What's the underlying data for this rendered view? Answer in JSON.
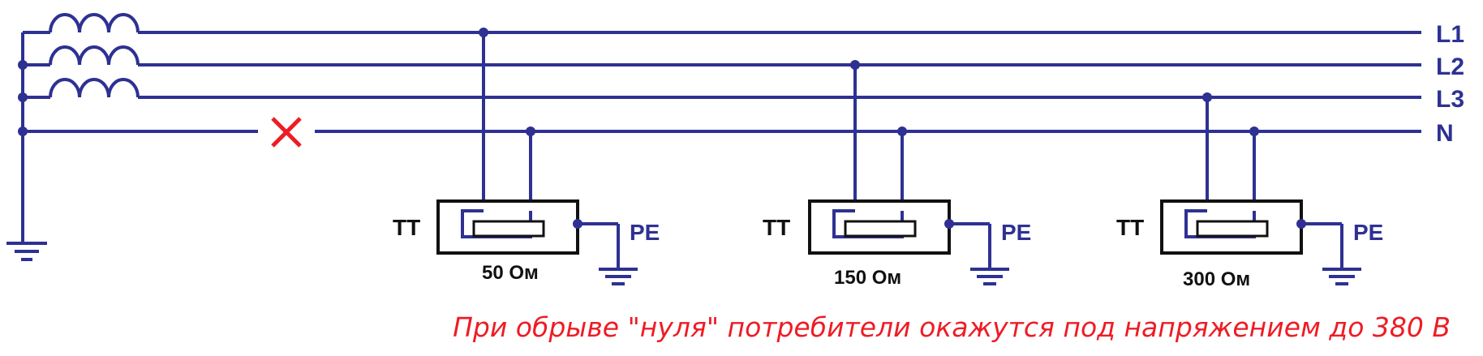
{
  "lines": [
    {
      "id": "L1",
      "label": "L1"
    },
    {
      "id": "L2",
      "label": "L2"
    },
    {
      "id": "L3",
      "label": "L3"
    },
    {
      "id": "N",
      "label": "N"
    }
  ],
  "consumers": [
    {
      "device": "ТТ",
      "ground": "PE",
      "resistance": "50 Ом",
      "phase": "L1"
    },
    {
      "device": "ТТ",
      "ground": "PE",
      "resistance": "150 Ом",
      "phase": "L2"
    },
    {
      "device": "ТТ",
      "ground": "PE",
      "resistance": "300 Ом",
      "phase": "L3"
    }
  ],
  "caption": "При обрыве \"нуля\" потребители окажутся под напряжением до 380 В",
  "colors": {
    "wire": "#2e3192",
    "break": "#ee1c25",
    "box": "#111111",
    "caption": "#ee1c25"
  }
}
